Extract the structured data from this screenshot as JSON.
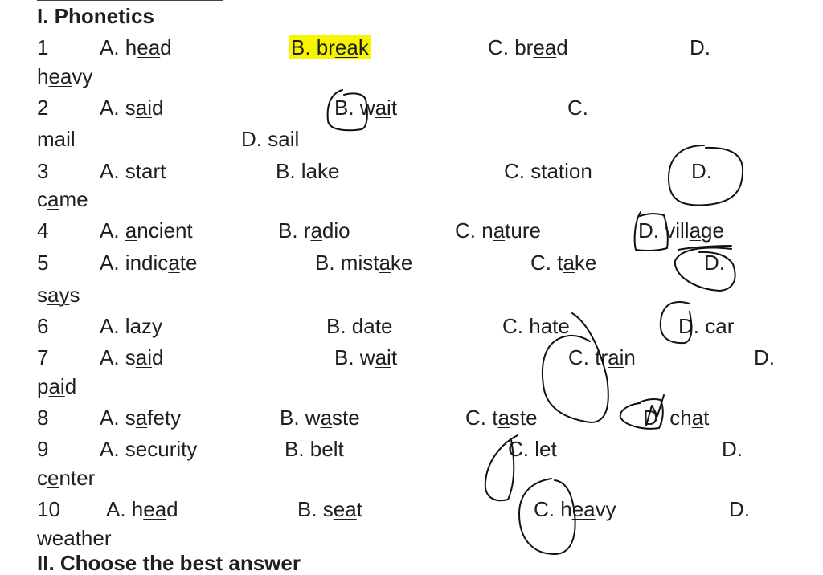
{
  "section": {
    "title": "I. Phonetics",
    "next_title": "II. Choose the best answer"
  },
  "questions": [
    {
      "num": "1",
      "a": {
        "pre": "A. h",
        "u": "ea",
        "post": "d"
      },
      "b": {
        "pre": "B. br",
        "u": "ea",
        "post": "k"
      },
      "c": {
        "pre": "C. br",
        "u": "ea",
        "post": "d"
      },
      "d_label": "D.",
      "d": {
        "pre": "h",
        "u": "ea",
        "post": "vy"
      }
    },
    {
      "num": "2",
      "a": {
        "pre": "A. s",
        "u": "ai",
        "post": "d"
      },
      "b": {
        "pre": "B. w",
        "u": "ai",
        "post": "t"
      },
      "c_label": "C.",
      "c": {
        "pre": "m",
        "u": "ai",
        "post": "l"
      },
      "d": {
        "pre": "D. s",
        "u": "ai",
        "post": "l"
      }
    },
    {
      "num": "3",
      "a": {
        "pre": "A. st",
        "u": "a",
        "post": "rt"
      },
      "b": {
        "pre": "B. l",
        "u": "a",
        "post": "ke"
      },
      "c": {
        "pre": "C. st",
        "u": "a",
        "post": "tion"
      },
      "d_label": "D.",
      "d": {
        "pre": "c",
        "u": "a",
        "post": "me"
      }
    },
    {
      "num": "4",
      "a": {
        "pre": "A. ",
        "u": "a",
        "post": "ncient"
      },
      "b": {
        "pre": "B. r",
        "u": "a",
        "post": "dio"
      },
      "c": {
        "pre": "C. n",
        "u": "a",
        "post": "ture"
      },
      "d": {
        "pre": "D. vill",
        "u": "a",
        "post": "ge"
      }
    },
    {
      "num": "5",
      "a": {
        "pre": "A. indic",
        "u": "a",
        "post": "te"
      },
      "b": {
        "pre": "B. mist",
        "u": "a",
        "post": "ke"
      },
      "c": {
        "pre": "C. t",
        "u": "a",
        "post": "ke"
      },
      "d_label": "D.",
      "d": {
        "pre": "s",
        "u": "ay",
        "post": "s"
      }
    },
    {
      "num": "6",
      "a": {
        "pre": "A. l",
        "u": "a",
        "post": "zy"
      },
      "b": {
        "pre": "B. d",
        "u": "a",
        "post": "te"
      },
      "c": {
        "pre": "C. h",
        "u": "a",
        "post": "te"
      },
      "d": {
        "pre": "D. c",
        "u": "a",
        "post": "r"
      }
    },
    {
      "num": "7",
      "a": {
        "pre": "A. s",
        "u": "ai",
        "post": "d"
      },
      "b": {
        "pre": "B. w",
        "u": "ai",
        "post": "t"
      },
      "c": {
        "pre": "C. tr",
        "u": "ai",
        "post": "n"
      },
      "d_label": "D.",
      "d": {
        "pre": "p",
        "u": "ai",
        "post": "d"
      }
    },
    {
      "num": "8",
      "a": {
        "pre": "A. s",
        "u": "a",
        "post": "fety"
      },
      "b": {
        "pre": "B. w",
        "u": "a",
        "post": "ste"
      },
      "c": {
        "pre": "C. t",
        "u": "a",
        "post": "ste"
      },
      "d": {
        "pre": "D. ch",
        "u": "a",
        "post": "t"
      }
    },
    {
      "num": "9",
      "a": {
        "pre": "A. s",
        "u": "e",
        "post": "curity"
      },
      "b": {
        "pre": "B. b",
        "u": "e",
        "post": "lt"
      },
      "c": {
        "pre": "C. l",
        "u": "e",
        "post": "t"
      },
      "d_label": "D.",
      "d": {
        "pre": "c",
        "u": "e",
        "post": "nter"
      }
    },
    {
      "num": "10",
      "a": {
        "pre": "A. h",
        "u": "ea",
        "post": "d"
      },
      "b": {
        "pre": "B. s",
        "u": "ea",
        "post": "t"
      },
      "c": {
        "pre": "C. h",
        "u": "ea",
        "post": "vy"
      },
      "d_label": "D.",
      "d": {
        "pre": "w",
        "u": "ea",
        "post": "ther"
      }
    }
  ],
  "highlight_color": "#f6f400"
}
